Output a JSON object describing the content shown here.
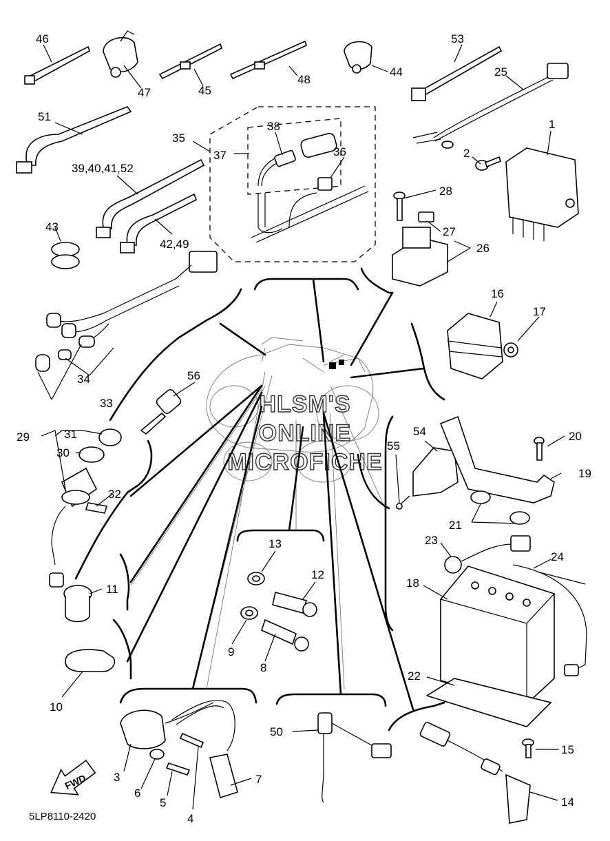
{
  "watermark": {
    "line1": "HLSM'S",
    "line2": "ONLINE",
    "line3": "MICROFICHE"
  },
  "diagram_code": "5LP8110-2420",
  "fwd_label": "FWD",
  "callouts": {
    "c1": "1",
    "c2": "2",
    "c3": "3",
    "c4": "4",
    "c5": "5",
    "c6": "6",
    "c7": "7",
    "c8": "8",
    "c9": "9",
    "c10": "10",
    "c11": "11",
    "c12": "12",
    "c13": "13",
    "c14": "14",
    "c15": "15",
    "c16": "16",
    "c17": "17",
    "c18": "18",
    "c19": "19",
    "c20": "20",
    "c21": "21",
    "c22": "22",
    "c23": "23",
    "c24": "24",
    "c25": "25",
    "c26": "26",
    "c27": "27",
    "c28": "28",
    "c29": "29",
    "c30": "30",
    "c31": "31",
    "c32": "32",
    "c33": "33",
    "c34": "34",
    "c35": "35",
    "c36": "36",
    "c37": "37",
    "c38": "38",
    "c39_40_41_52": "39,40,41,52",
    "c42_49": "42,49",
    "c43": "43",
    "c44": "44",
    "c45": "45",
    "c46": "46",
    "c47": "47",
    "c48": "48",
    "c50": "50",
    "c51": "51",
    "c53": "53",
    "c54": "54",
    "c55": "55",
    "c56": "56"
  }
}
